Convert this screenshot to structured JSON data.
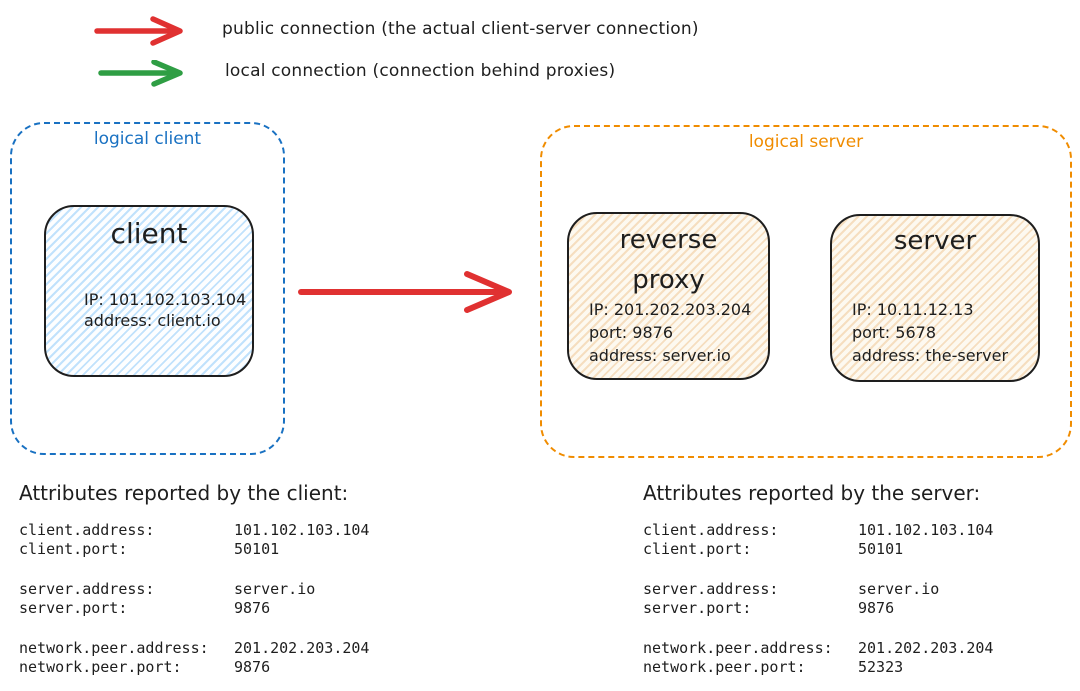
{
  "colors": {
    "public_arrow": "#e03131",
    "local_arrow": "#2f9e44",
    "logical_client_border": "#1971c2",
    "logical_server_border": "#f08c00"
  },
  "legend": {
    "public": "public connection (the actual client-server connection)",
    "local": "local connection (connection behind proxies)"
  },
  "diagram": {
    "logical_client": {
      "label": "logical client",
      "client_node": {
        "title": "client",
        "ip": "IP: 101.102.103.104",
        "address": "address: client.io"
      }
    },
    "logical_server": {
      "label": "logical server",
      "reverse_proxy_node": {
        "title": "reverse proxy",
        "ip": "IP: 201.202.203.204",
        "port": "port: 9876",
        "address": "address: server.io"
      },
      "server_node": {
        "title": "server",
        "ip": "IP: 10.11.12.13",
        "port": "port: 5678",
        "address": "address: the-server"
      }
    }
  },
  "attributes": {
    "client": {
      "heading": "Attributes reported by the client:",
      "rows": [
        {
          "k": "client.address:",
          "v": "101.102.103.104"
        },
        {
          "k": "client.port:",
          "v": "50101"
        },
        {
          "k": "server.address:",
          "v": "server.io"
        },
        {
          "k": "server.port:",
          "v": "9876"
        },
        {
          "k": "network.peer.address:",
          "v": "201.202.203.204"
        },
        {
          "k": "network.peer.port:",
          "v": "9876"
        }
      ]
    },
    "server": {
      "heading": "Attributes reported by the server:",
      "rows": [
        {
          "k": "client.address:",
          "v": "101.102.103.104"
        },
        {
          "k": "client.port:",
          "v": "50101"
        },
        {
          "k": "server.address:",
          "v": "server.io"
        },
        {
          "k": "server.port:",
          "v": "9876"
        },
        {
          "k": "network.peer.address:",
          "v": "201.202.203.204"
        },
        {
          "k": "network.peer.port:",
          "v": "52323"
        }
      ]
    }
  }
}
